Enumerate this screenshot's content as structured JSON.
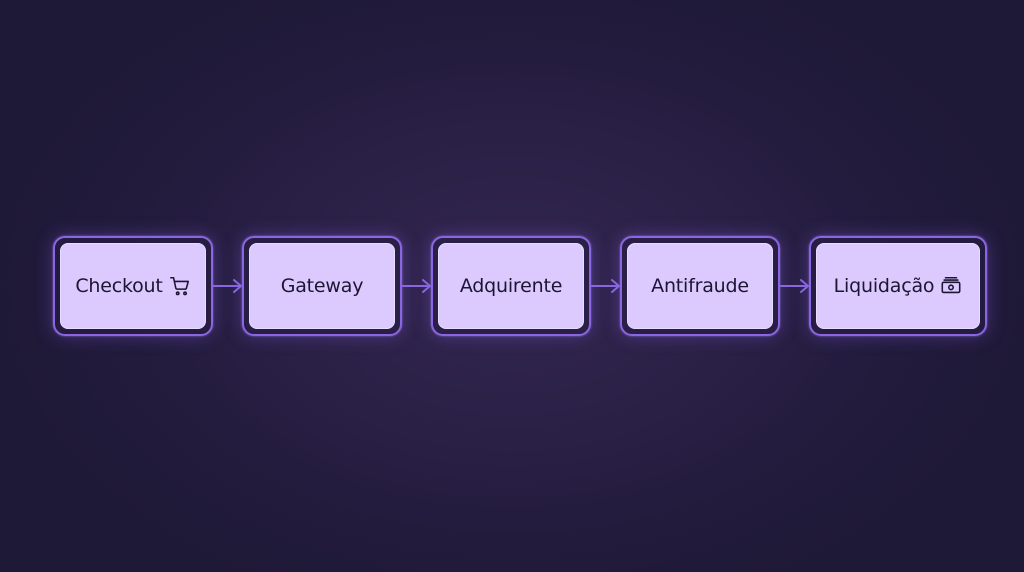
{
  "diagram": {
    "nodes": [
      {
        "label": "Checkout",
        "icon": "shopping-cart-icon"
      },
      {
        "label": "Gateway",
        "icon": ""
      },
      {
        "label": "Adquirente",
        "icon": ""
      },
      {
        "label": "Antifraude",
        "icon": ""
      },
      {
        "label": "Liquidação",
        "icon": "banknote-icon"
      }
    ],
    "colors": {
      "background": "#241c3f",
      "node_fill": "#dccaff",
      "node_border": "#8a66e0",
      "arrow": "#8a66e0",
      "text": "#1c1533"
    }
  }
}
